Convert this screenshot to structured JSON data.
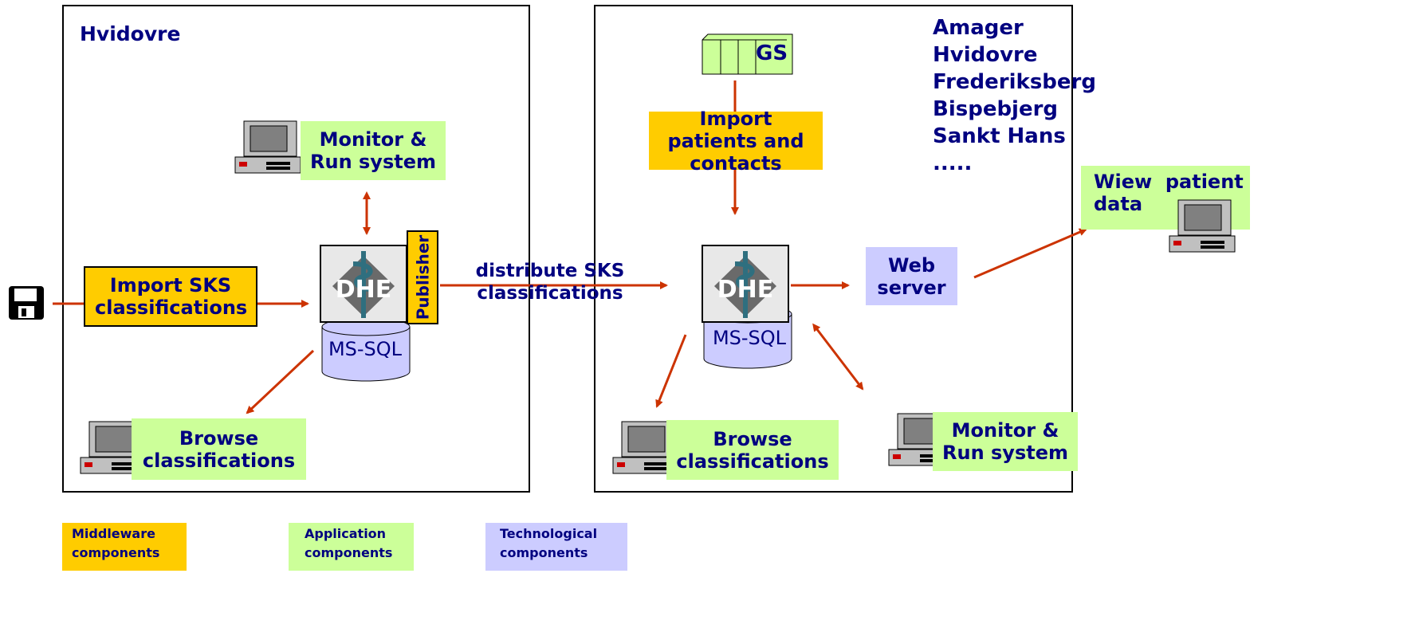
{
  "left_site": {
    "title": "Hvidovre"
  },
  "right_site": {
    "cities": [
      "Amager",
      "Hvidovre",
      "Frederiksberg",
      "Bispebjerg",
      "Sankt Hans",
      "....."
    ]
  },
  "components": {
    "monitor_left": "Monitor & Run system",
    "import_sks": "Import SKS classifications",
    "publisher": "Publisher",
    "mssql_left": "MS-SQL",
    "browse_left": "Browse classifications",
    "distribute": "distribute SKS classifications",
    "gs": "GS",
    "import_patients": "Import patients and contacts",
    "mssql_right": "MS-SQL",
    "web_server": "Web server",
    "view_patient": "Wiew  patient data",
    "browse_right": "Browse classifications",
    "monitor_right": "Monitor & Run system",
    "dhe_logo": "DHE"
  },
  "legend": {
    "middleware": "Middleware components",
    "application": "Application components",
    "technological": "Technological components"
  },
  "colors": {
    "middleware": "#ffcc00",
    "application": "#ccff99",
    "technological": "#ccccff",
    "text": "#000080",
    "arrow": "#cc3300"
  }
}
